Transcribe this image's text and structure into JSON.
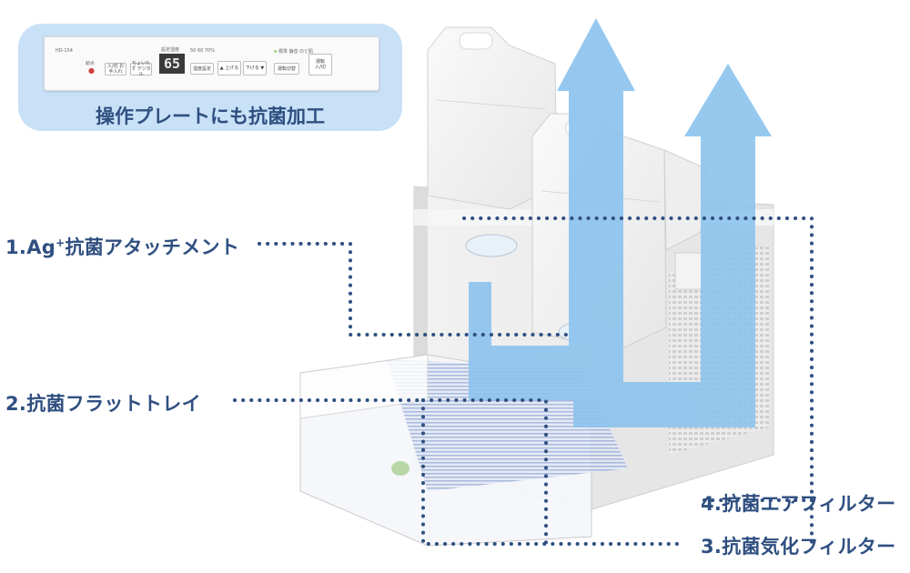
{
  "callout": {
    "caption": "操作プレートにも抗菌加工",
    "plate": {
      "model": "HD-154",
      "drop_label": "給水",
      "btn_a": "入/切 お手入れ",
      "btn_b": "ちょいたす デジタル",
      "display_label": "設定湿度",
      "display_value": "65",
      "humidity_levels": "50 60 70%",
      "btn_setting": "湿度設定",
      "btn_up": "▲ 上げる",
      "btn_down": "下げる ▼",
      "mode_labels": "標準 静音 のど肌",
      "btn_mode": "運転切替",
      "btn_power_1": "運転",
      "btn_power_2": "入/切"
    }
  },
  "labels": {
    "l1_prefix": "1.Ag",
    "l1_sup": "+",
    "l1_rest": "抗菌アタッチメント",
    "l2": "2.抗菌フラットトレイ",
    "l3": "3.抗菌気化フィルター",
    "l4": "4.抗菌エアフィルター"
  },
  "colors": {
    "label_text": "#2f4f80",
    "callout_bg": "#c8e1f7",
    "arrow": "#8ec4ee",
    "dots": "#2f4f80"
  }
}
